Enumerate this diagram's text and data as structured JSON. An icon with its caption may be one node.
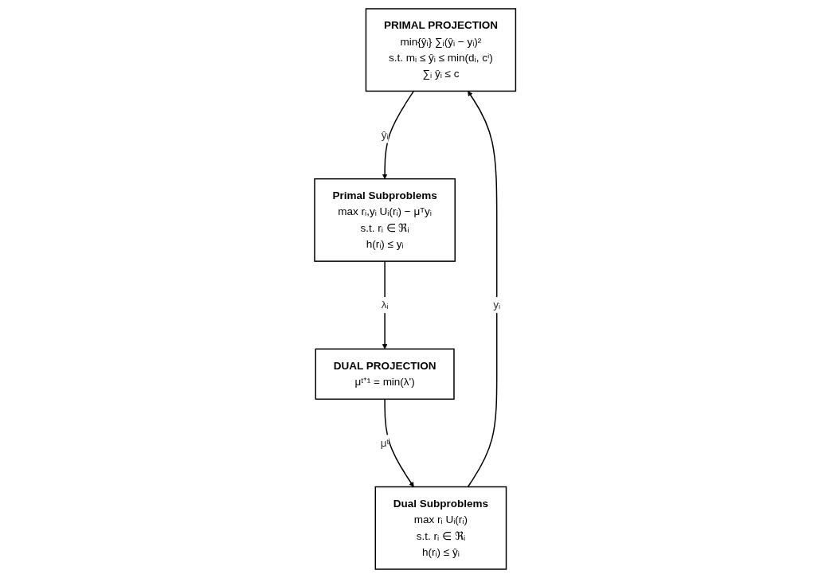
{
  "diagram": {
    "nodes": [
      {
        "text": [
          "PRIMAL PROJECTION",
          "min{ŷᵢ} ∑ᵢ(ŷᵢ − yᵢ)²",
          "s.t. mᵢ ≤ ŷᵢ ≤ min(dᵢ, cⁱ)",
          "∑ᵢ ŷᵢ ≤ c"
        ]
      },
      {
        "text": [
          "DUAL PROJECTION",
          "μᵗ⁺¹ = min(λ')"
        ]
      },
      {
        "text": [
          "Primal Subproblems",
          "max rᵢ,yᵢ Uᵢ(rᵢ) − μᵀyᵢ",
          "s.t. rᵢ ∈ ℜᵢ",
          "h(rᵢ) ≤ yᵢ"
        ]
      },
      {
        "text": [
          "Dual Subproblems",
          "max rᵢ Uᵢ(rᵢ)",
          "s.t. rᵢ ∈ ℜᵢ",
          "h(rᵢ) ≤ ŷᵢ"
        ]
      }
    ],
    "edges": [
      {
        "from": 0,
        "to": 2,
        "arrow": "to",
        "label": "ŷᵢ"
      },
      {
        "from": 2,
        "to": 1,
        "arrow": "to",
        "label": "λᵢ"
      },
      {
        "from": 3,
        "to": 0,
        "arrow": "to",
        "label": "yᵢ"
      },
      {
        "from": 1,
        "to": 3,
        "arrow": "to",
        "label": "μᵗ"
      }
    ]
  }
}
